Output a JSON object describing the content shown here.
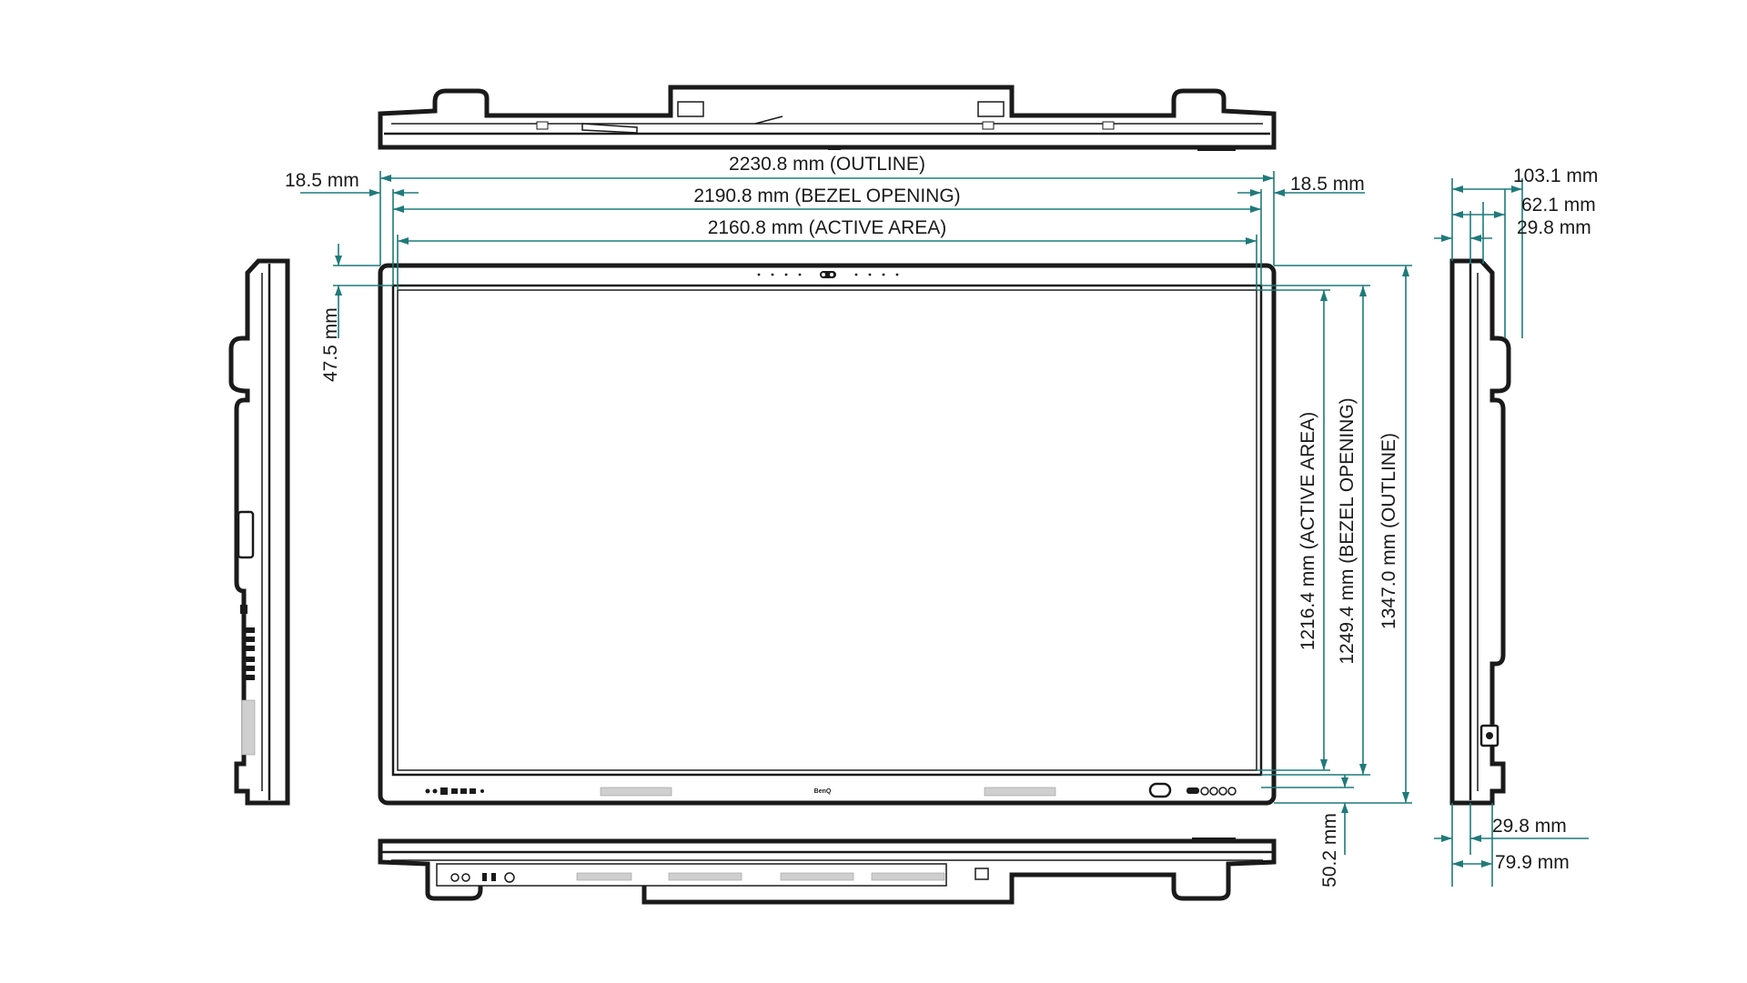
{
  "diagram": {
    "dimensions": {
      "outline_width": "2230.8 mm (OUTLINE)",
      "bezel_width": "2190.8 mm (BEZEL OPENING)",
      "active_width": "2160.8 mm (ACTIVE AREA)",
      "left_margin": "18.5 mm",
      "right_margin": "18.5 mm",
      "top_border": "47.5 mm",
      "active_height": "1216.4 mm (ACTIVE AREA)",
      "bezel_height": "1249.4 mm (BEZEL OPENING)",
      "outline_height": "1347.0 mm (OUTLINE)",
      "bottom_border": "50.2 mm",
      "side_depth_total": "103.1 mm",
      "side_depth_mount": "62.1 mm",
      "side_depth_panel_top": "29.8 mm",
      "side_depth_panel_bottom": "29.8 mm",
      "side_depth_bottom": "79.9 mm"
    },
    "brand_logo": "BenQ",
    "colors": {
      "dimension_lines": "#1f7a7a",
      "outline": "#1a1a1a",
      "background": "#ffffff"
    }
  }
}
